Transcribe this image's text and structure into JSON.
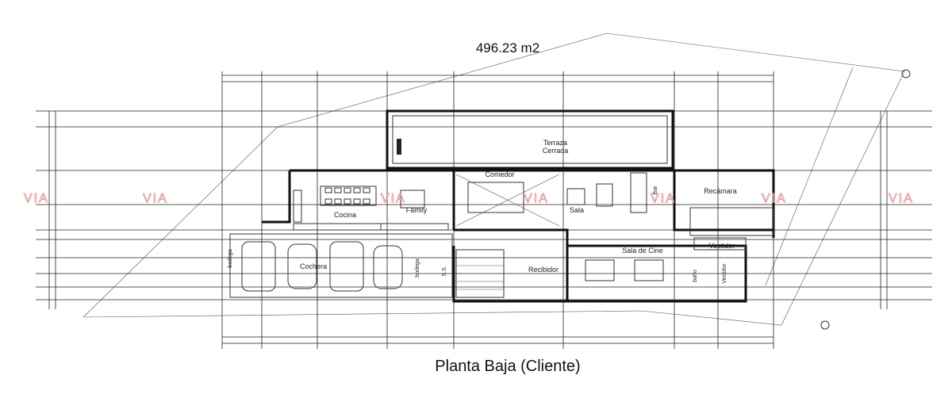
{
  "area": "496.23 m2",
  "title": "Planta Baja (Cliente)",
  "watermark": "VIA",
  "rooms": {
    "terraza": "Terraza",
    "cerrada": "Cerrada",
    "comedor": "Comedor",
    "cocina": "Cocina",
    "family": "Family",
    "sala": "Sala",
    "bar": "Bar",
    "recamara": "Recámara",
    "sala_cine": "Sala de Cine",
    "vestidor_1": "Vestidor",
    "vestidor_2": "Vestidor",
    "bano": "baño",
    "recibidor": "Recibidor",
    "cochera": "Cochera",
    "bodega_1": "bodega",
    "bodega_2": "bodega",
    "ss": "S.S."
  }
}
